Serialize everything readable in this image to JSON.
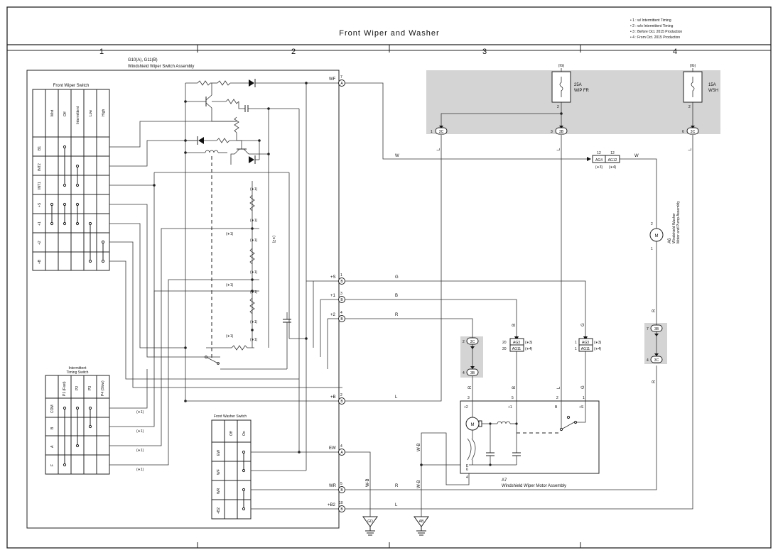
{
  "title": "Front Wiper and Washer",
  "notes": [
    "• 1 : w/ Intermittent Timing",
    "• 2 : w/o Intermittent Timing",
    "• 3 : Before Oct. 2015 Production",
    "• 4 : From Oct. 2015 Production"
  ],
  "zones": [
    "1",
    "2",
    "3",
    "4"
  ],
  "switch_assembly": {
    "code": "G10(A), G11(B)",
    "name": "Windshield Wiper Switch Assembly"
  },
  "front_wiper_switch": {
    "title": "Front Wiper Switch",
    "columns": [
      "Mist",
      "Off",
      "Intermittent",
      "Low",
      "High"
    ],
    "rows": [
      "B1",
      "INT2",
      "INT1",
      "+S",
      "+1",
      "+2",
      "+B"
    ]
  },
  "intermittent_timing_switch": {
    "title": "Intermittent Timing Switch",
    "columns": [
      "P1 (Fast)",
      "P2",
      "P3",
      "P4 (Slow)"
    ],
    "rows": [
      "COM",
      "B",
      "A",
      "F"
    ]
  },
  "front_washer_switch": {
    "title": "Front Washer Switch",
    "columns": [
      "Off",
      "On"
    ],
    "rows": [
      "EW",
      "WF",
      "WR",
      "+B2"
    ]
  },
  "fuses": [
    {
      "ig": "(IG)",
      "amps": "25A",
      "name": "WIP FR",
      "pin": "2"
    },
    {
      "ig": "(IG)",
      "amps": "15A",
      "name": "WSH",
      "pin": "2"
    }
  ],
  "top_connectors": [
    {
      "pin": "1",
      "code": "3C"
    },
    {
      "pin": "3",
      "code": "3B"
    },
    {
      "pin": "6",
      "code": "3C"
    }
  ],
  "switch_pins": [
    {
      "name": "WF",
      "pin": "7",
      "letter": "A",
      "color": "W"
    },
    {
      "name": "+S",
      "pin": "1",
      "letter": "B",
      "color": "G"
    },
    {
      "name": "+1",
      "pin": "3",
      "letter": "B",
      "color": "B"
    },
    {
      "name": "+2",
      "pin": "4",
      "letter": "B",
      "color": "R"
    },
    {
      "name": "+B",
      "pin": "2",
      "letter": "B",
      "color": "L"
    },
    {
      "name": "EW",
      "pin": "4",
      "letter": "A",
      "color": "W-B"
    },
    {
      "name": "WR",
      "pin": "5",
      "letter": "B",
      "color": "R"
    },
    {
      "name": "+B2",
      "pin": "10",
      "letter": "B",
      "color": "L"
    }
  ],
  "junction_ag4_12": {
    "pin_a": "12",
    "code_a": "AG4",
    "note_a": "(∗3)",
    "pin_b": "12",
    "code_b": "AG12",
    "note_b": "(∗4)"
  },
  "junction_ag3_11": {
    "pin_a": "20",
    "code_a": "AG3",
    "note_a": "(∗3)",
    "pin_b": "20",
    "code_b": "AG11",
    "note_b": "(∗4)"
  },
  "junction_ag3_11b": {
    "pin_a": "1",
    "code_a": "AG3",
    "note_a": "(∗3)",
    "pin_b": "1",
    "code_b": "AG11",
    "note_b": "(∗4)"
  },
  "washer_motor": {
    "code": "A6",
    "name": "Windshield Washer Motor and Pump Assembly",
    "pin_top": "2",
    "pin_bottom": "1",
    "symbol": "M"
  },
  "wiper_motor": {
    "code": "A7",
    "name": "Windshield Wiper Motor Assembly",
    "symbol": "M",
    "pins": [
      "3",
      "5",
      "2",
      "1",
      "6",
      "4"
    ],
    "terms": [
      "+2",
      "+1",
      "B",
      "+S",
      "E"
    ]
  },
  "connector_3c_3b_left": {
    "top_pin": "2",
    "top_code": "3C",
    "bot_pin": "4",
    "bot_code": "3B"
  },
  "connector_3b_3c_right": {
    "top_pin": "7",
    "top_code": "3B",
    "bot_pin": "4",
    "bot_code": "3C"
  },
  "grounds": [
    {
      "code": "GD",
      "wire": "W-B"
    },
    {
      "code": "AB",
      "wire": "W-B"
    }
  ],
  "wire_colors": {
    "L": "L",
    "W": "W",
    "G": "G",
    "B": "B",
    "R": "R",
    "WB": "W-B"
  },
  "star_notes": {
    "n1": "(∗1)",
    "n2": "(∗2)"
  }
}
